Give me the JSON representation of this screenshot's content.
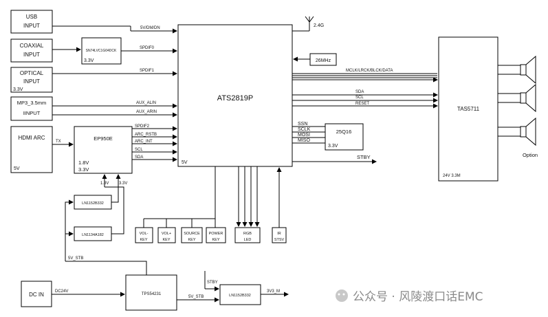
{
  "inputs": {
    "usb": [
      "USB",
      "INPUT"
    ],
    "coaxial": [
      "COAXIAL",
      "INPUT"
    ],
    "optical": [
      "OPTICAL",
      "INPUT"
    ],
    "optical_v": "3.3V",
    "mp3": [
      "MP3_3.5mm",
      "IINPUT"
    ],
    "hdmi": "HDMI ARC",
    "hdmi_v": "5V"
  },
  "chips": {
    "main": "ATS2819P",
    "main_v": "5V",
    "amp": "TAS5711",
    "amp_v": "24V  3.3M",
    "hdmi_rx": "EP950E",
    "hdmi_rx_v": [
      "1.8V",
      "3.3V"
    ],
    "coax_rx": "SN74LVC1G04DCK",
    "coax_rx_v": "3.3V",
    "flash": "25Q16",
    "flash_v": "3.3V",
    "crystal": "26MHz",
    "ldo1": "LN1152B332",
    "ldo2": "LN1134A182",
    "dcdc": "TPS54231",
    "ldo3": "LN1152B332",
    "dc_in": "DC IN"
  },
  "signals": {
    "usb": "5V/DM/DN",
    "spdif0": "SPDIF0",
    "spdif1": "SPDIF1",
    "aux_l": "AUX_ALIN",
    "aux_r": "AUX_ARIN",
    "tx": "TX",
    "spdif2": "SPDIF2",
    "arc_rstb": "ARC_RSTB",
    "arc_int": "ARC_INT",
    "scl": "SCL",
    "sda": "SDA",
    "i2s": "MCLK/LRCK/BLCK/DATA",
    "sda_r": "SDA",
    "scl_r": "SCL",
    "reset": "RESET",
    "ssn": "SSN",
    "sclk": "SCLK",
    "mosi": "MOSI",
    "miso": "MISO",
    "stby": "STBY",
    "antenna": "2.4G",
    "v18": "1.8V",
    "v33": "3.3V",
    "v5stb": "5V_STB",
    "dc24": "DC24V",
    "v5stb2": "5V_STB",
    "stby2": "STBY",
    "v33m": "3V3_M"
  },
  "keys": [
    [
      "VOL-",
      "KEY"
    ],
    [
      "VOL+",
      "KEY"
    ],
    [
      "SOURCE",
      "KEY"
    ],
    [
      "POWER",
      "KEY"
    ],
    [
      "RGB",
      "LED"
    ],
    [
      "IR",
      "STSV"
    ]
  ],
  "option_label": "Option",
  "watermark": "公众号 · 风陵渡口话EMC"
}
